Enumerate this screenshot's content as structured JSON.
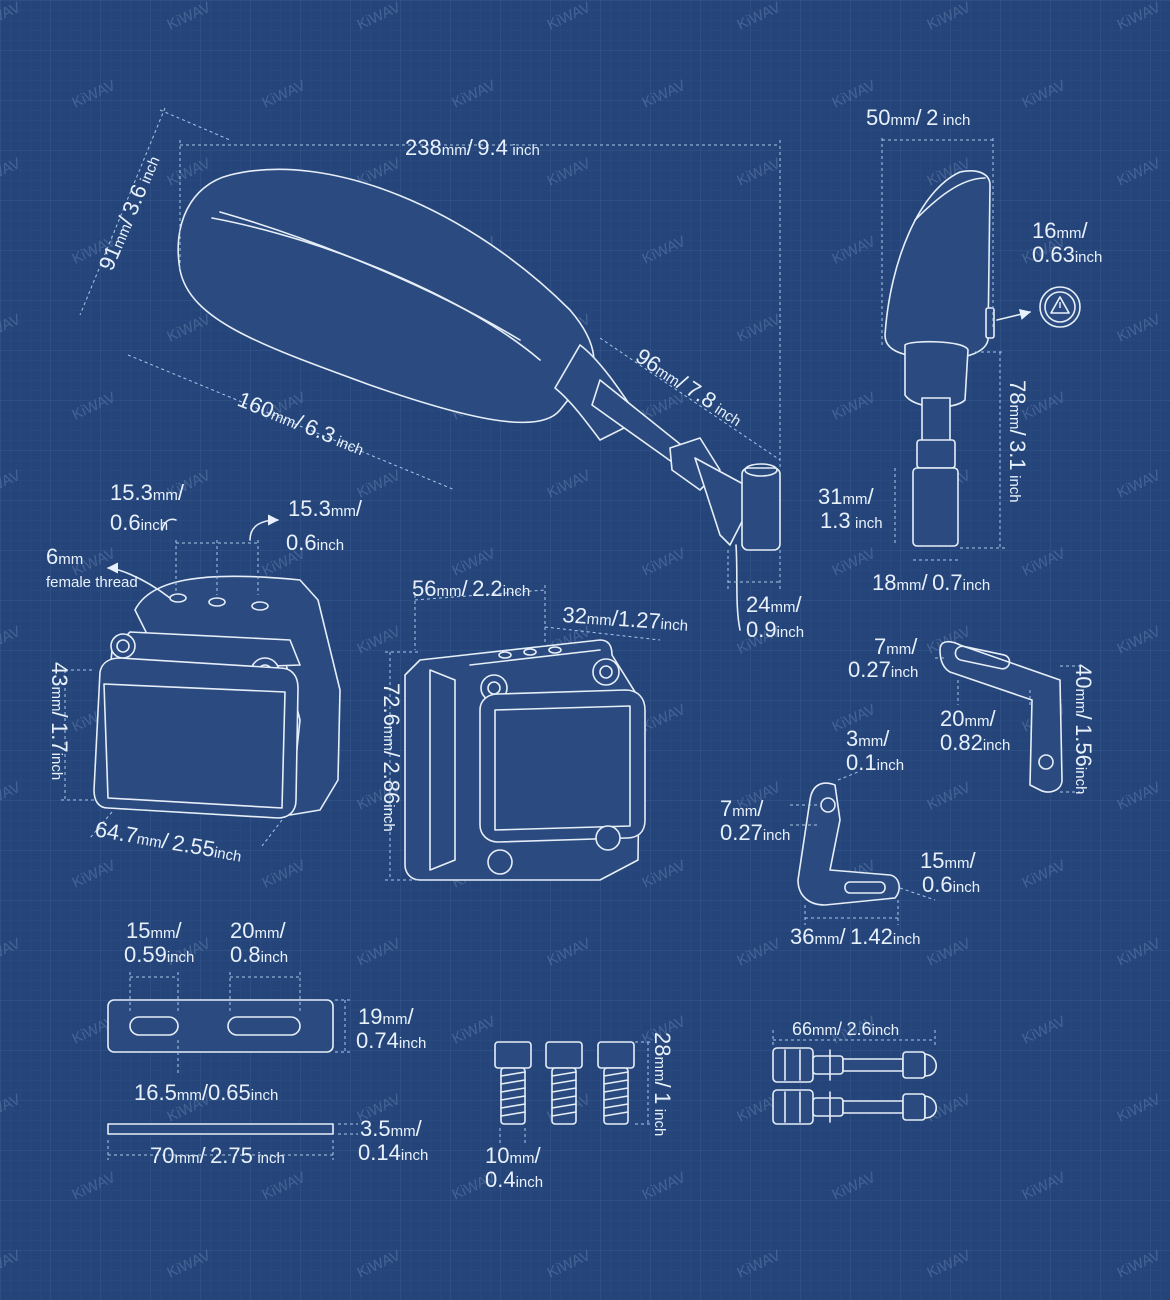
{
  "watermark": "KiWAV",
  "colors": {
    "background": "#25457a",
    "line": "#e6eef8",
    "dimension": "#a9c7e6"
  },
  "mirror": {
    "width": {
      "mm": "238",
      "in": "9.4"
    },
    "height": {
      "mm": "91",
      "in": "3.6"
    },
    "head_length": {
      "mm": "160",
      "in": "6.3"
    },
    "stem_length": {
      "mm": "96",
      "in": "7.8"
    },
    "base_width": {
      "mm": "24",
      "in": "0.9"
    }
  },
  "side_view": {
    "depth": {
      "mm": "50",
      "in": "2"
    },
    "reflector": {
      "mm": "16",
      "in": "0.63"
    },
    "stem_height": {
      "mm": "78",
      "in": "3.1"
    },
    "mount_height": {
      "mm": "31",
      "in": "1.3"
    },
    "mount_width": {
      "mm": "18",
      "in": "0.7"
    }
  },
  "clamp": {
    "thread": {
      "mm": "6",
      "note": "female thread"
    },
    "hole_spacing_left": {
      "mm": "15.3",
      "in": "0.6"
    },
    "hole_spacing_right": {
      "mm": "15.3",
      "in": "0.6"
    },
    "height": {
      "mm": "43",
      "in": "1.7"
    },
    "width": {
      "mm": "64.7",
      "in": "2.55"
    },
    "front_width": {
      "mm": "56",
      "in": "2.2"
    },
    "front_offset": {
      "mm": "32",
      "in": "1.27"
    },
    "front_height": {
      "mm": "72.6",
      "in": "2.86"
    }
  },
  "bracket_a": {
    "slot": {
      "mm": "7",
      "in": "0.27"
    },
    "length": {
      "mm": "20",
      "in": "0.82"
    },
    "height": {
      "mm": "40",
      "in": "1.56"
    }
  },
  "bracket_b": {
    "thickness": {
      "mm": "3",
      "in": "0.1"
    },
    "hole": {
      "mm": "7",
      "in": "0.27"
    },
    "slot": {
      "mm": "15",
      "in": "0.6"
    },
    "length": {
      "mm": "36",
      "in": "1.42"
    }
  },
  "plate": {
    "slot_left": {
      "mm": "15",
      "in": "0.59"
    },
    "slot_right": {
      "mm": "20",
      "in": "0.8"
    },
    "height": {
      "mm": "19",
      "in": "0.74"
    },
    "slot_spacing": {
      "mm": "16.5",
      "in": "0.65"
    },
    "thickness": {
      "mm": "3.5",
      "in": "0.14"
    },
    "length": {
      "mm": "70",
      "in": "2.75"
    }
  },
  "screws": {
    "length": {
      "mm": "28",
      "in": "1"
    },
    "diameter": {
      "mm": "10",
      "in": "0.4"
    }
  },
  "bolts": {
    "length": {
      "mm": "66",
      "in": "2.6"
    }
  },
  "units": {
    "mm": "mm",
    "inch": "inch",
    "slash": "/"
  }
}
